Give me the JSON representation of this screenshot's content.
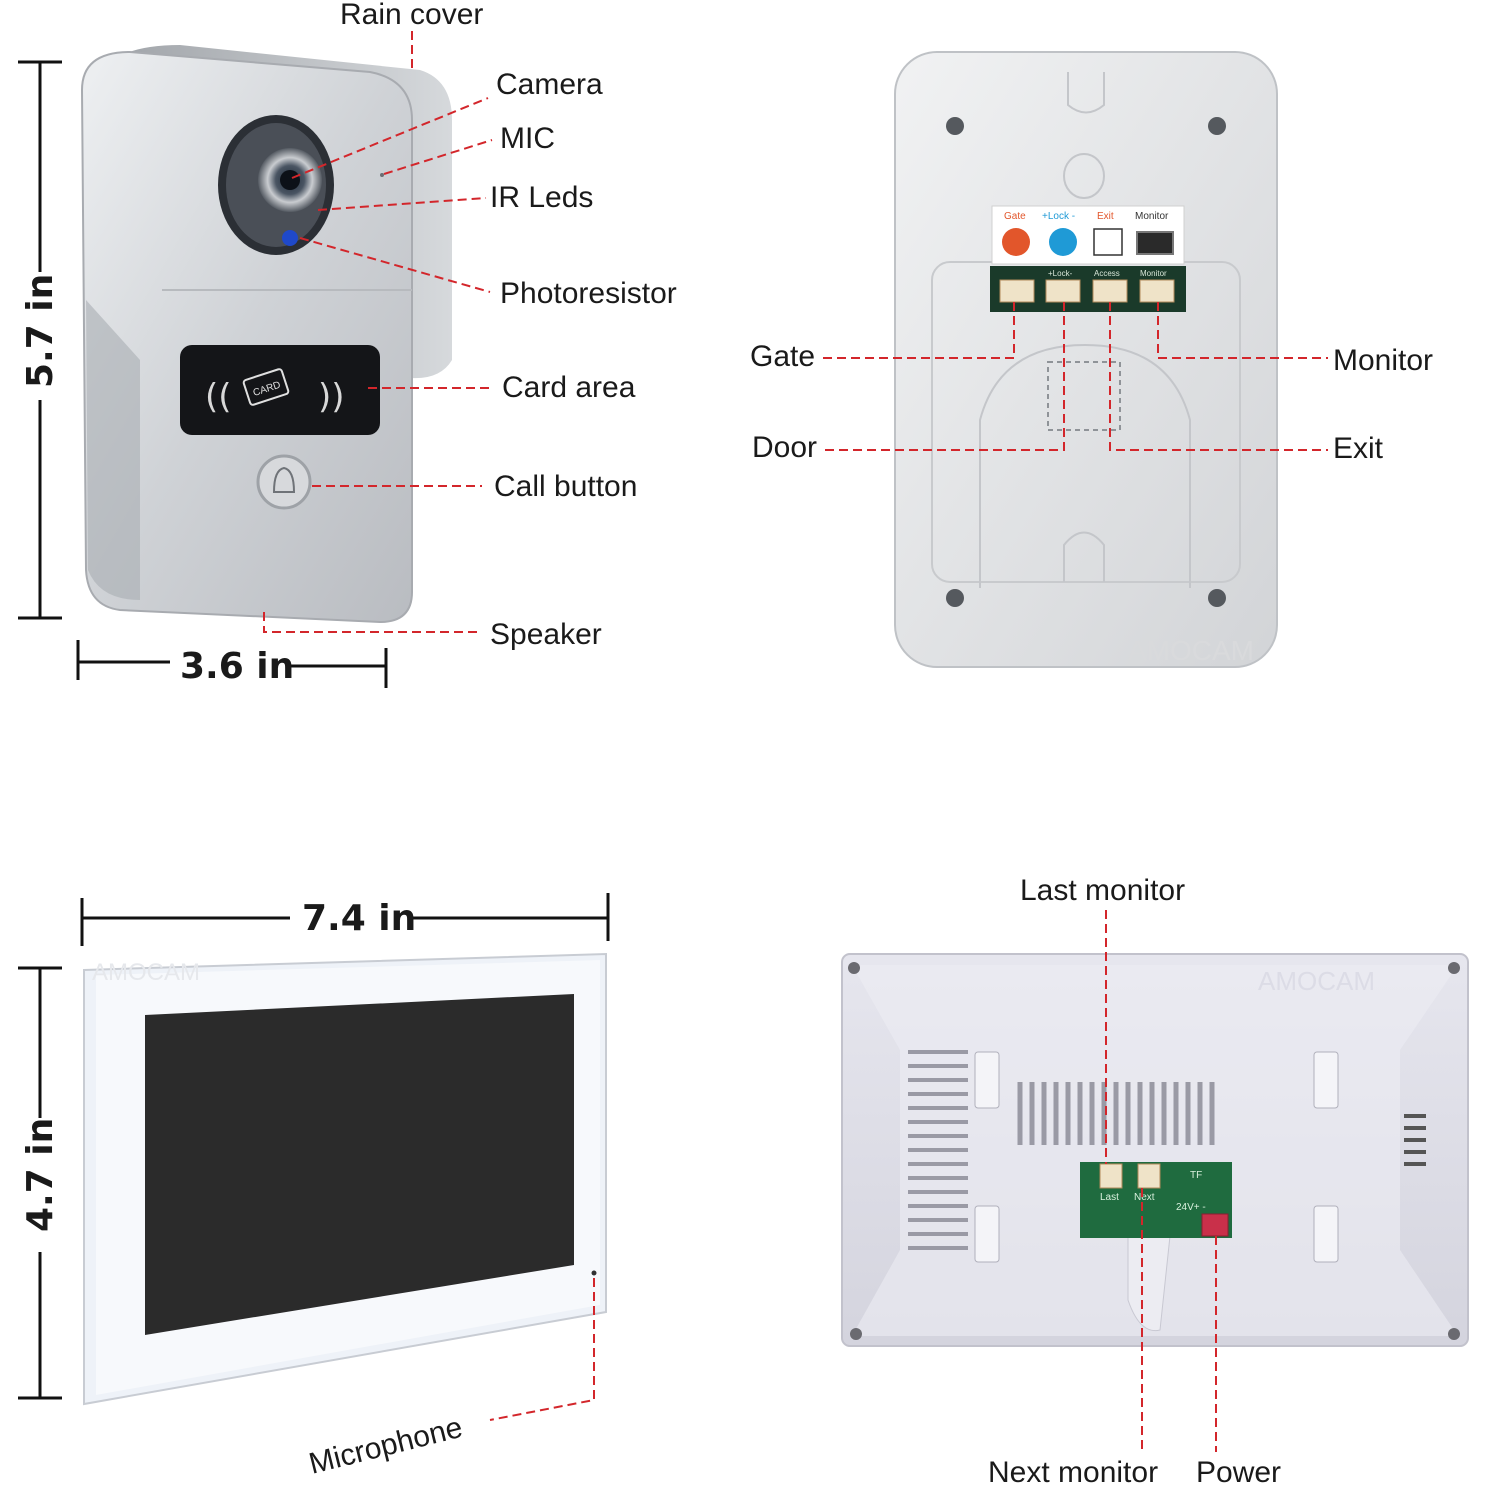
{
  "doorbell_front": {
    "labels": {
      "rain_cover": "Rain cover",
      "camera": "Camera",
      "mic": "MIC",
      "ir_leds": "IR Leds",
      "photoresistor": "Photoresistor",
      "card_area": "Card area",
      "call_button": "Call button",
      "speaker": "Speaker"
    },
    "height": "5.7 in",
    "width": "3.6 in",
    "card_text": "CARD"
  },
  "doorbell_back": {
    "terminal_labels": [
      "Gate",
      "+Lock -",
      "Exit",
      "Monitor"
    ],
    "pcb_labels": [
      "+Lock-",
      "Access",
      "Monitor"
    ],
    "labels": {
      "gate": "Gate",
      "door": "Door",
      "monitor": "Monitor",
      "exit": "Exit"
    },
    "watermark": "AMOCAM"
  },
  "monitor_front": {
    "width": "7.4 in",
    "height": "4.7 in",
    "microphone": "Microphone",
    "watermark": "AMOCAM"
  },
  "monitor_back": {
    "labels": {
      "last_monitor": "Last monitor",
      "next_monitor": "Next monitor",
      "power": "Power"
    },
    "pcb_labels": {
      "last": "Last",
      "next": "Next",
      "tf": "TF",
      "power": "24V+ -"
    },
    "watermark": "AMOCAM"
  },
  "colors": {
    "leader": "#d3262b",
    "text": "#1a1a1a"
  }
}
